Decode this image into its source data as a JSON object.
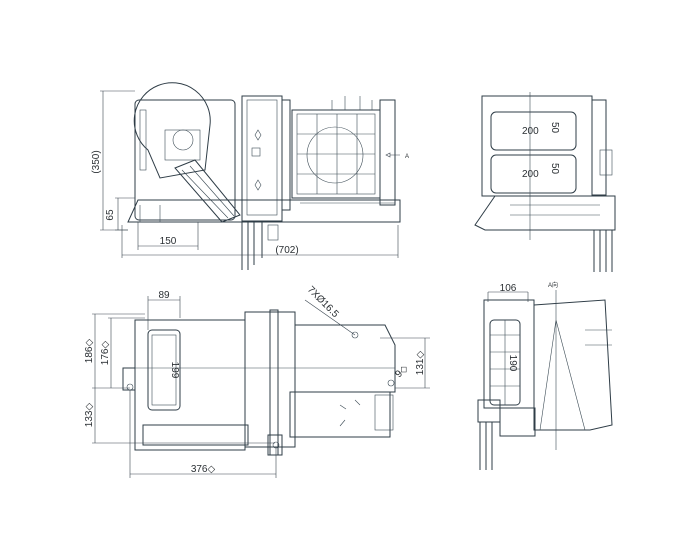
{
  "drawing": {
    "front_view": {
      "dim_height": "(350)",
      "dim_base_height": "65",
      "dim_base_width": "150",
      "dim_total_width": "(702)",
      "view_arrow_label": "A"
    },
    "side_view": {
      "upper_opening_width": "200",
      "upper_opening_height": "50",
      "lower_opening_width": "200",
      "lower_opening_height": "50"
    },
    "top_view": {
      "dim_left_offset": "89",
      "dim_hole_spec": "7XØ16.5",
      "dim_upper_186": "186◇",
      "dim_upper_176": "176◇",
      "dim_lower_133": "133◇",
      "dim_filter": "199",
      "dim_right_131": "131◇",
      "dim_right_9": "9◇",
      "dim_length": "376◇"
    },
    "view_a": {
      "title": "A向",
      "dim_width": "106",
      "dim_height": "190"
    }
  }
}
